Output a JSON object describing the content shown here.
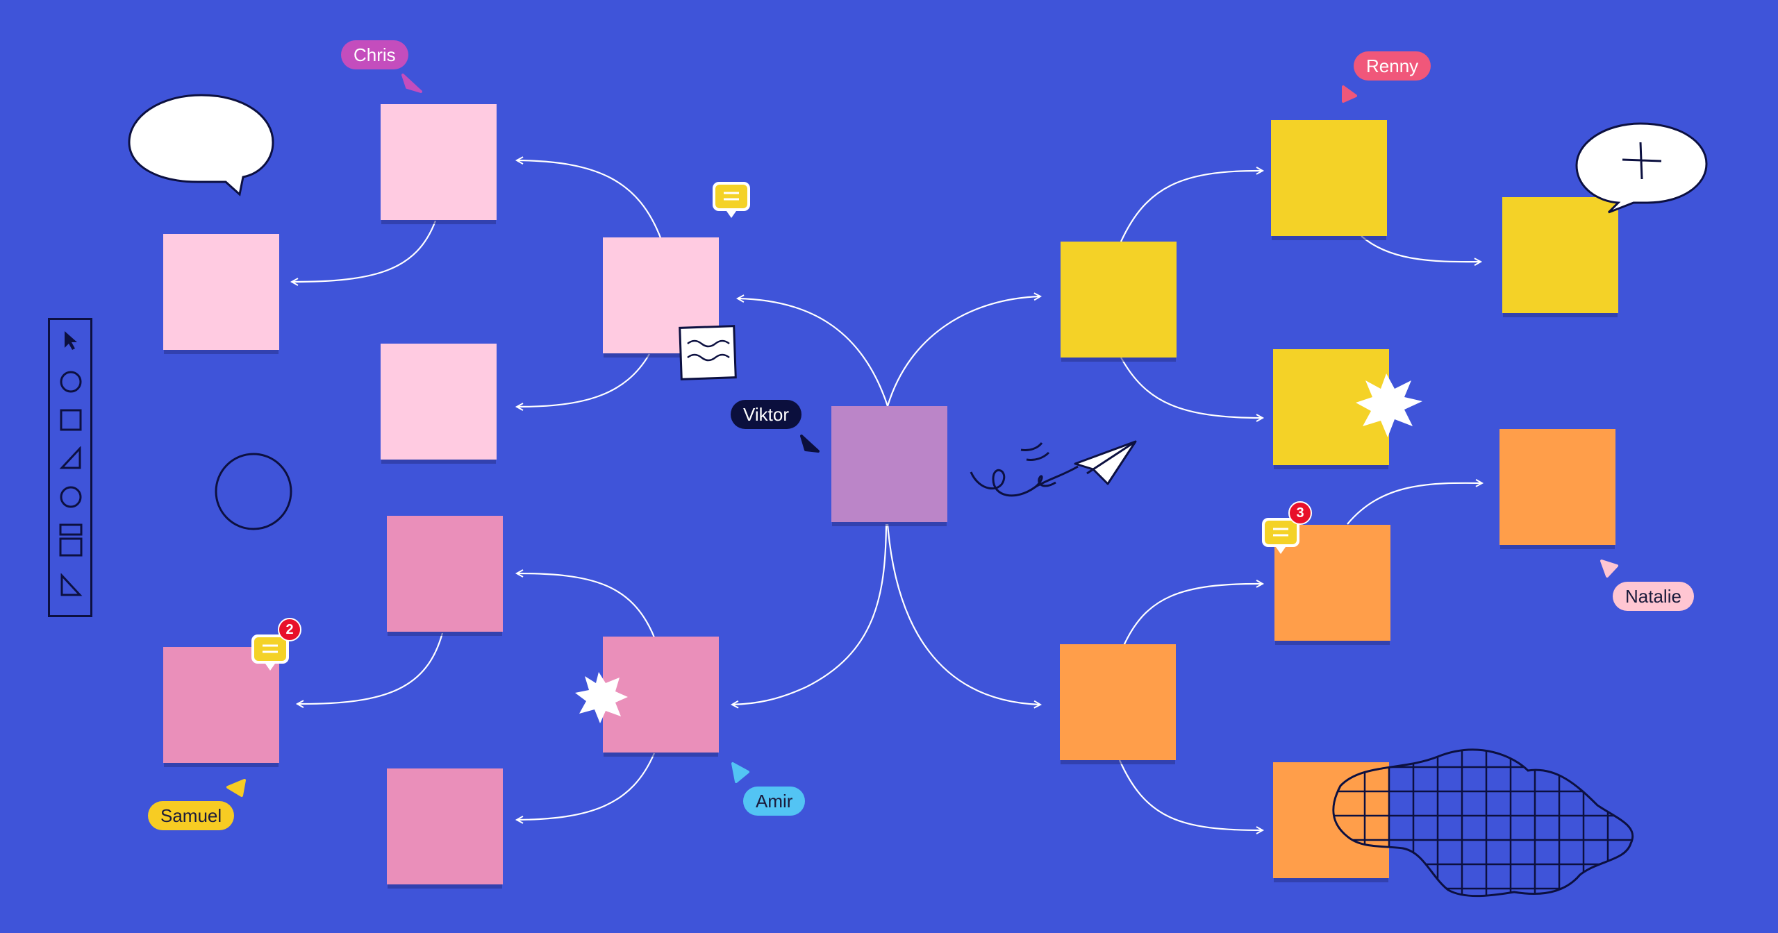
{
  "colors": {
    "background": "#3f54d9",
    "light_pink": "#ffcbe1",
    "pink": "#ea8fba",
    "purple": "#bb85c8",
    "yellow": "#f4d227",
    "orange": "#ff9e4a"
  },
  "collaborators": [
    {
      "name": "Chris",
      "color": "#c44dbd"
    },
    {
      "name": "Renny",
      "color": "#f0577a"
    },
    {
      "name": "Viktor",
      "color": "#0b0f3d"
    },
    {
      "name": "Natalie",
      "color": "#ffc6d2"
    },
    {
      "name": "Samuel",
      "color": "#f7cc23"
    },
    {
      "name": "Amir",
      "color": "#53c4f4"
    }
  ],
  "comments": [
    {
      "icon": "comment-icon",
      "count": ""
    },
    {
      "icon": "comment-icon",
      "count": "3"
    },
    {
      "icon": "comment-icon",
      "count": "2"
    }
  ],
  "toolbar": {
    "tools": [
      "select-arrow-icon",
      "circle-icon",
      "square-icon",
      "triangle-icon",
      "circle-icon",
      "stacked-rectangles-icon",
      "right-triangle-icon"
    ]
  }
}
